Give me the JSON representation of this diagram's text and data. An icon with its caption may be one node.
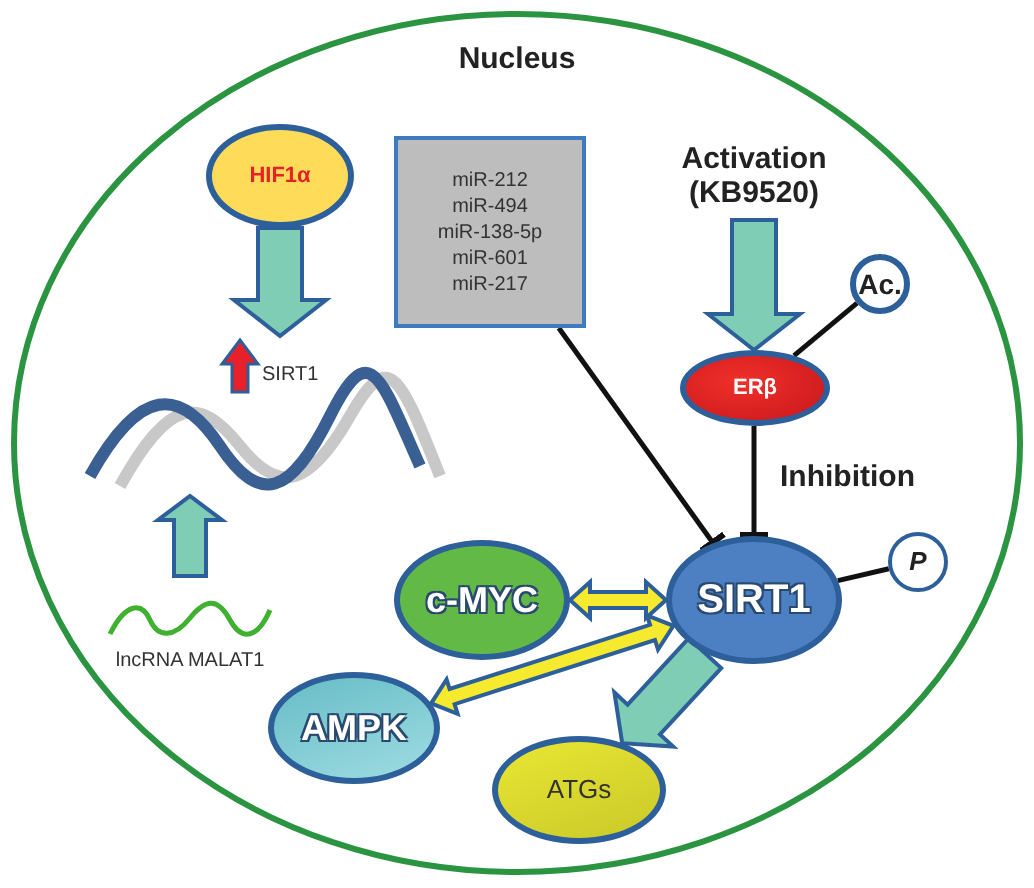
{
  "diagram": {
    "nodes": [
      {
        "text": [
          "Nucleus"
        ]
      },
      {
        "text": [
          "HIF1α"
        ],
        "in": 0
      },
      {
        "text": [
          "miR-212",
          "miR-494",
          "miR-138-5p",
          "miR-601",
          "miR-217"
        ],
        "in": 0
      },
      {
        "text": [
          "Activation (KB9520)"
        ],
        "in": 0
      },
      {
        "text": [
          "ERβ"
        ],
        "in": 0
      },
      {
        "text": [
          "Ac."
        ],
        "in": 0
      },
      {
        "text": [],
        "shape": "picture",
        "in": 0
      },
      {
        "text": [
          "lncRNA MALAT1"
        ],
        "in": 0
      },
      {
        "text": [
          "SIRT1"
        ],
        "in": 0
      },
      {
        "text": [
          "P"
        ],
        "in": 0
      },
      {
        "text": [
          "c-MYC"
        ],
        "in": 0
      },
      {
        "text": [
          "AMPK"
        ],
        "in": 0
      },
      {
        "text": [
          "ATGs"
        ],
        "in": 0
      }
    ],
    "edges": [
      {
        "from": 1,
        "to": 6,
        "arrow": "to",
        "style": "thick",
        "color": "#7fcdb5"
      },
      {
        "from": 7,
        "to": 6,
        "arrow": "to",
        "style": "thick",
        "color": "#7fcdb5"
      },
      {
        "from": 3,
        "to": 4,
        "arrow": "to",
        "style": "thick",
        "color": "#7fcdb5"
      },
      {
        "from": 2,
        "to": 8,
        "arrow": "other"
      },
      {
        "from": 4,
        "to": 8,
        "arrow": "other",
        "label": "Inhibition"
      },
      {
        "from": 4,
        "to": 5,
        "arrow": "none"
      },
      {
        "from": 8,
        "to": 9,
        "arrow": "none"
      },
      {
        "from": 10,
        "to": 8,
        "arrow": "both",
        "style": "thick",
        "color": "#f5ea2e"
      },
      {
        "from": 11,
        "to": 8,
        "arrow": "both",
        "style": "thick",
        "color": "#f5ea2e"
      },
      {
        "from": 8,
        "to": 12,
        "arrow": "to",
        "style": "thick",
        "color": "#7fcdb5"
      }
    ],
    "labels": [
      "SIRT1"
    ]
  }
}
